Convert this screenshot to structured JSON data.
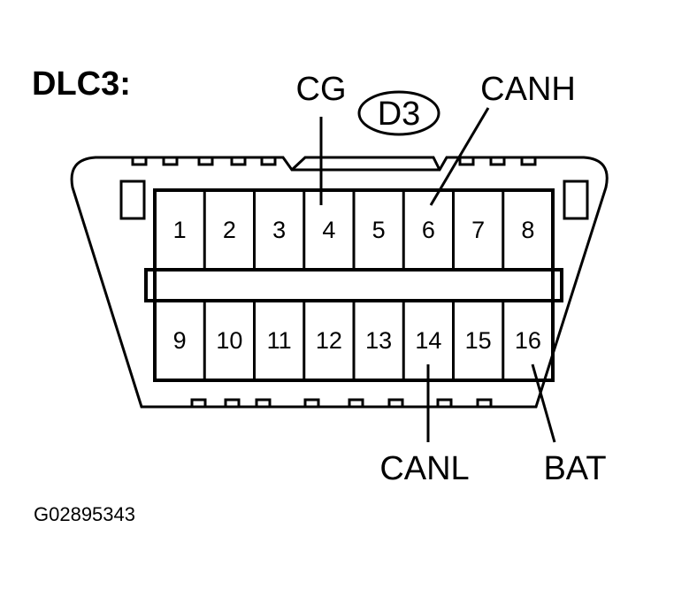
{
  "title": "DLC3:",
  "connector_code": "D3",
  "pins_top": [
    "1",
    "2",
    "3",
    "4",
    "5",
    "6",
    "7",
    "8"
  ],
  "pins_bottom": [
    "9",
    "10",
    "11",
    "12",
    "13",
    "14",
    "15",
    "16"
  ],
  "labels": {
    "cg": "CG",
    "canh": "CANH",
    "canl": "CANL",
    "bat": "BAT"
  },
  "figure_id": "G02895343"
}
